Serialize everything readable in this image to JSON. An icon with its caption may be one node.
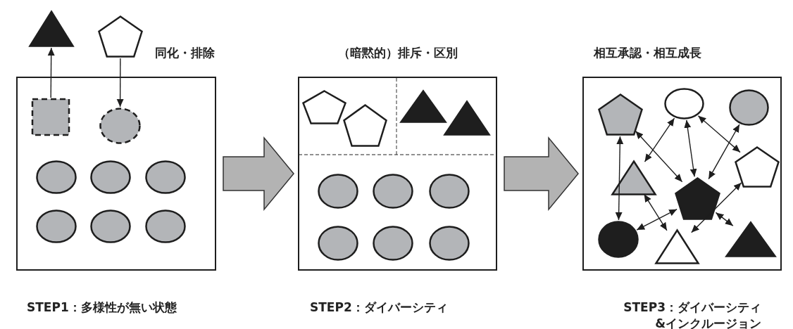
{
  "diagram": {
    "nodes": [
      {
        "text": [],
        "shape": "box",
        "beside": [
          "同化・排除",
          "STEP1：多様性が無い状態"
        ]
      },
      {
        "text": [],
        "shape": "triangle"
      },
      {
        "text": [],
        "shape": "pentagon"
      },
      {
        "text": [],
        "shape": "box",
        "in": 0
      },
      {
        "text": [],
        "shape": "circle",
        "in": 0
      },
      {
        "text": [],
        "shape": "circle",
        "in": 0
      },
      {
        "text": [],
        "shape": "circle",
        "in": 0
      },
      {
        "text": [],
        "shape": "circle",
        "in": 0
      },
      {
        "text": [],
        "shape": "circle",
        "in": 0
      },
      {
        "text": [],
        "shape": "circle",
        "in": 0
      },
      {
        "text": [],
        "shape": "circle",
        "in": 0
      },
      {
        "text": [],
        "shape": "box",
        "beside": [
          "（暗黙的）排斥・区別",
          "STEP2：ダイバーシティ"
        ]
      },
      {
        "text": [],
        "shape": "pentagon",
        "in": 11
      },
      {
        "text": [],
        "shape": "pentagon",
        "in": 11
      },
      {
        "text": [],
        "shape": "triangle",
        "in": 11
      },
      {
        "text": [],
        "shape": "triangle",
        "in": 11
      },
      {
        "text": [],
        "shape": "circle",
        "in": 11
      },
      {
        "text": [],
        "shape": "circle",
        "in": 11
      },
      {
        "text": [],
        "shape": "circle",
        "in": 11
      },
      {
        "text": [],
        "shape": "circle",
        "in": 11
      },
      {
        "text": [],
        "shape": "circle",
        "in": 11
      },
      {
        "text": [],
        "shape": "circle",
        "in": 11
      },
      {
        "text": [],
        "shape": "box",
        "beside": [
          "相互承認・相互成長",
          "STEP3：ダイバーシティ&インクルージョン"
        ]
      },
      {
        "text": [],
        "shape": "pentagon",
        "in": 22
      },
      {
        "text": [],
        "shape": "circle",
        "in": 22
      },
      {
        "text": [],
        "shape": "circle",
        "in": 22
      },
      {
        "text": [],
        "shape": "triangle",
        "in": 22
      },
      {
        "text": [],
        "shape": "pentagon",
        "in": 22
      },
      {
        "text": [],
        "shape": "pentagon",
        "in": 22
      },
      {
        "text": [],
        "shape": "circle",
        "in": 22
      },
      {
        "text": [],
        "shape": "triangle",
        "in": 22
      },
      {
        "text": [],
        "shape": "triangle",
        "in": 22
      }
    ],
    "edges": [
      {
        "from": 0,
        "to": 11,
        "arrow": "to",
        "style": "thick",
        "color": "#b3b3b3"
      },
      {
        "from": 11,
        "to": 22,
        "arrow": "to",
        "style": "thick",
        "color": "#b3b3b3"
      },
      {
        "from": 3,
        "to": 1,
        "arrow": "to"
      },
      {
        "from": 2,
        "to": 4,
        "arrow": "to"
      },
      {
        "from": 23,
        "to": 29,
        "arrow": "both"
      },
      {
        "from": 26,
        "to": 24,
        "arrow": "both"
      },
      {
        "from": 23,
        "to": 28,
        "arrow": "both"
      },
      {
        "from": 24,
        "to": 28,
        "arrow": "both"
      },
      {
        "from": 24,
        "to": 27,
        "arrow": "both"
      },
      {
        "from": 25,
        "to": 28,
        "arrow": "both"
      },
      {
        "from": 26,
        "to": 30,
        "arrow": "both"
      },
      {
        "from": 29,
        "to": 28,
        "arrow": "both"
      },
      {
        "from": 27,
        "to": 30,
        "arrow": "both"
      },
      {
        "from": 28,
        "to": 31,
        "arrow": "both"
      }
    ]
  }
}
